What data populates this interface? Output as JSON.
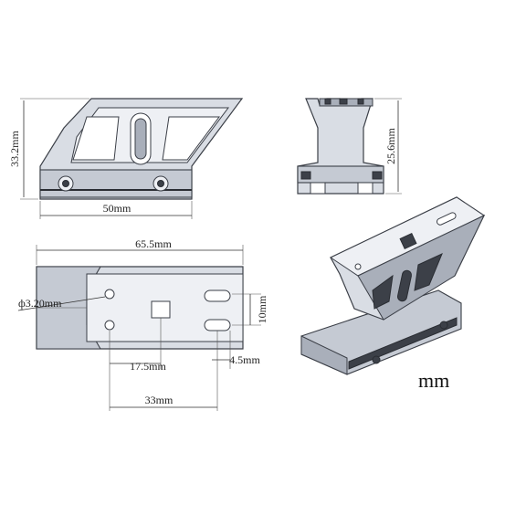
{
  "dimensions": {
    "height_side": "33.2mm",
    "width_side": "50mm",
    "height_front": "25.6mm",
    "length_top": "65.5mm",
    "hole_diameter": "ф3.20mm",
    "thickness": "10mm",
    "offset_a": "17.5mm",
    "offset_b": "4.5mm",
    "spacing": "33mm"
  },
  "unit_label": "mm",
  "colors": {
    "metal": "#d9dde4",
    "outline": "#3b3f47",
    "dark": "#3c4048"
  }
}
